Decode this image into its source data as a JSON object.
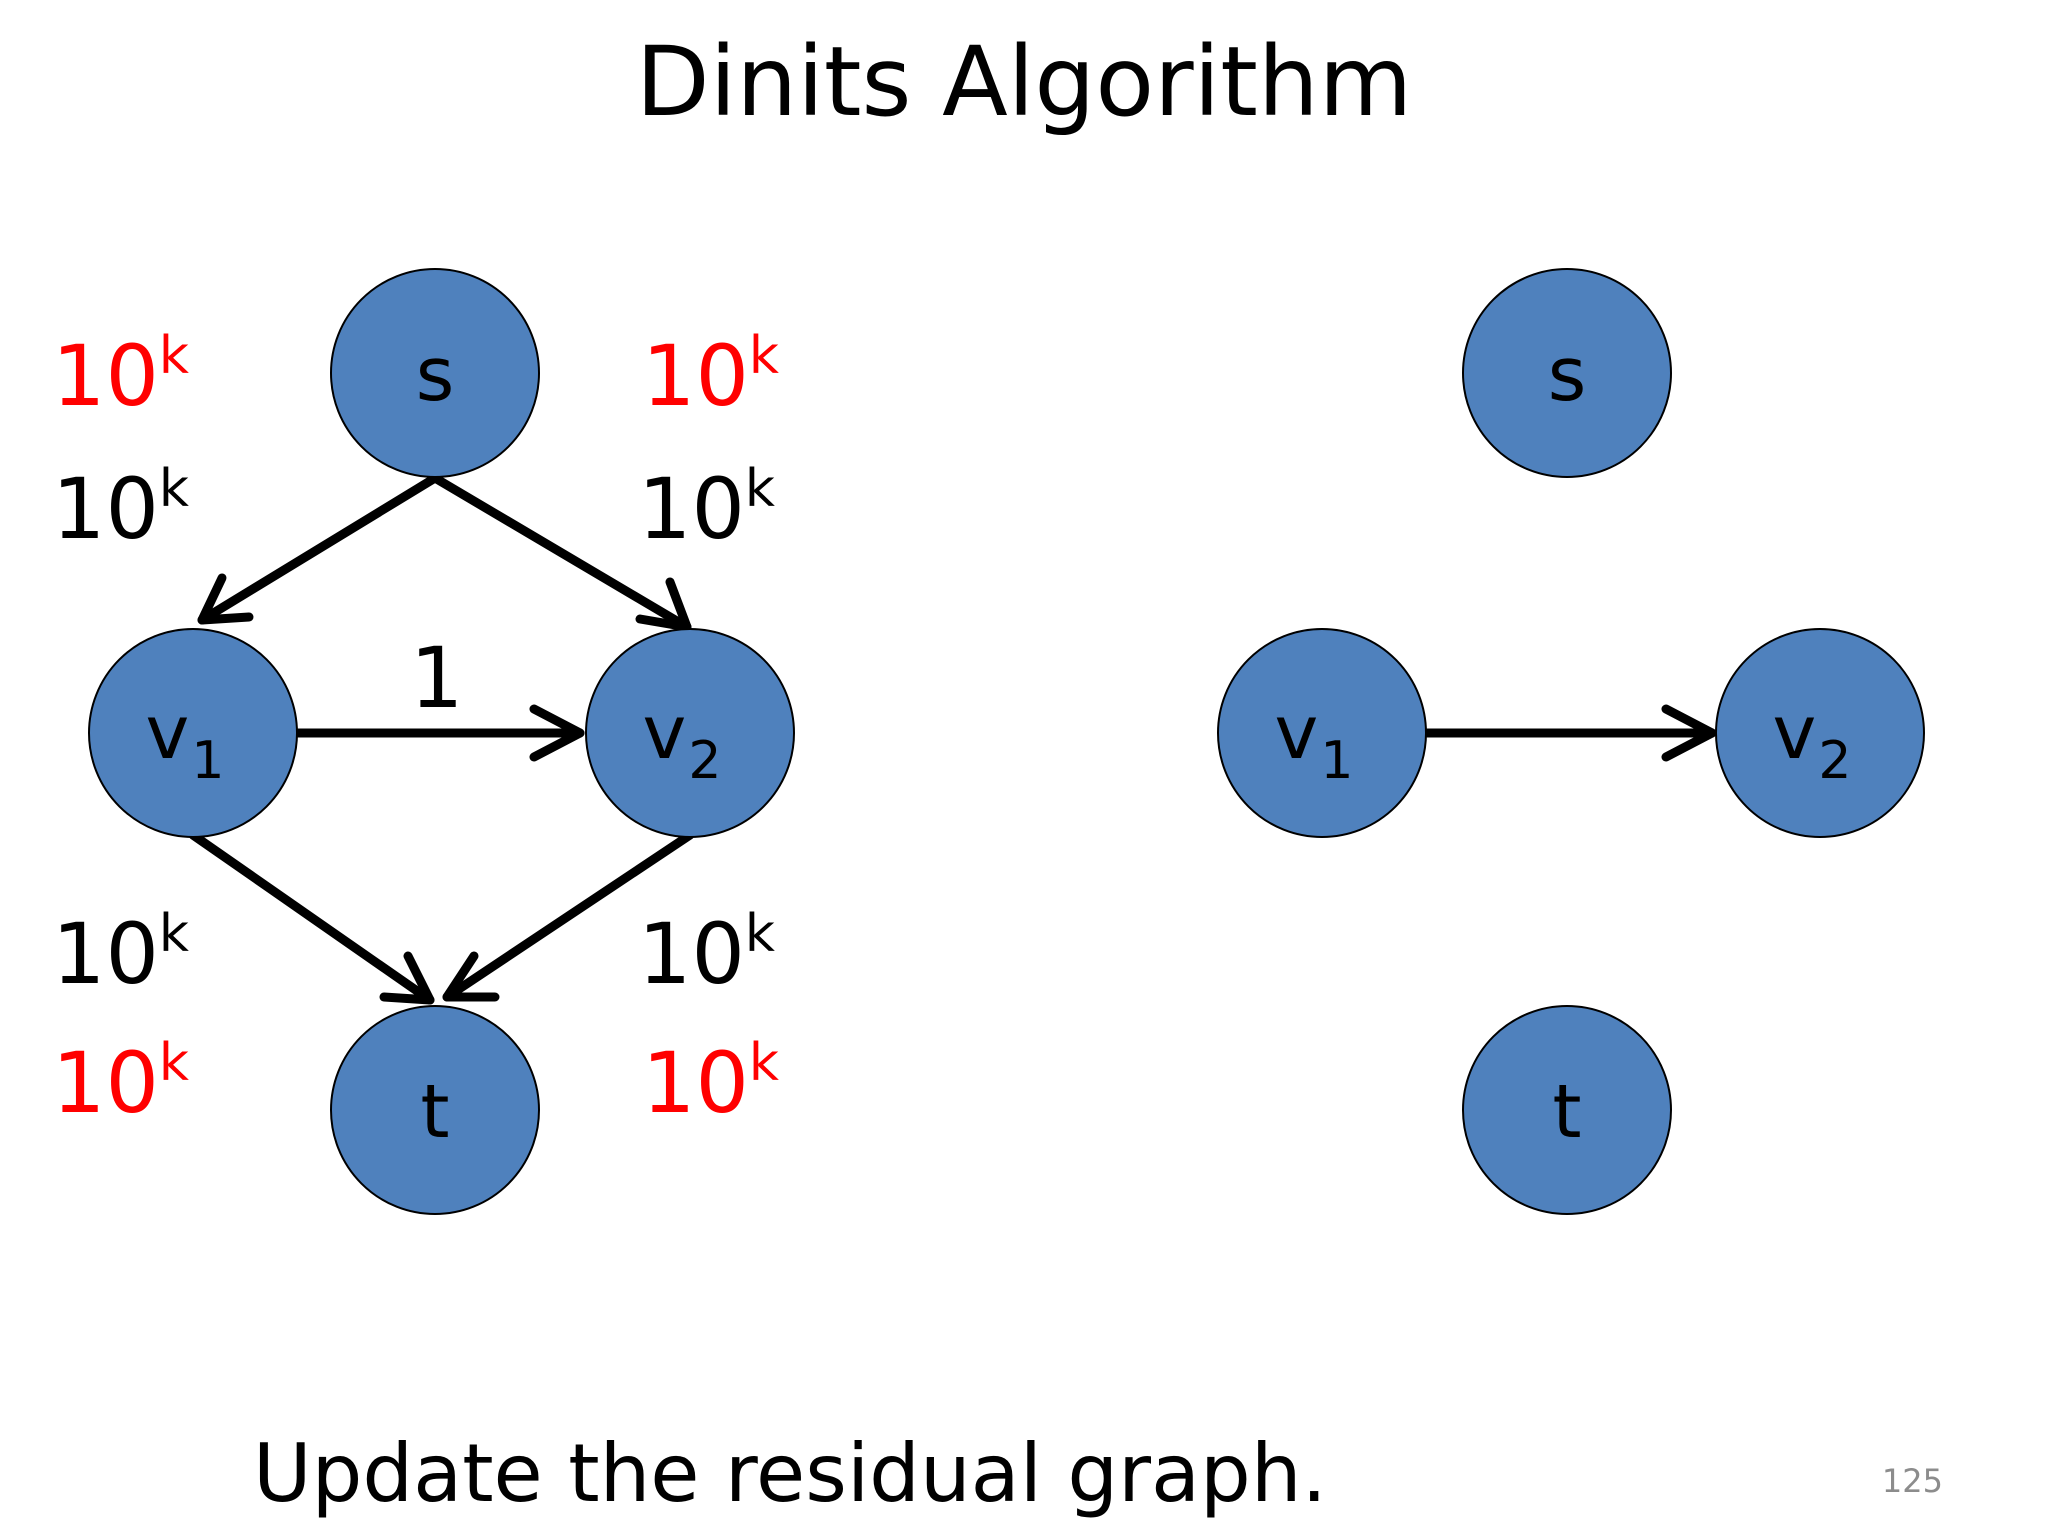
{
  "slide": {
    "title": "Dinits Algorithm",
    "caption": "Update the residual graph.",
    "page_number": "125"
  },
  "colors": {
    "node_fill": "#4f81bd",
    "flow_label": "#ff0000",
    "capacity_label": "#000000"
  },
  "left_graph": {
    "nodes": {
      "s": "s",
      "v1": "v",
      "v1_sub": "1",
      "v2": "v",
      "v2_sub": "2",
      "t": "t"
    },
    "edges": {
      "s_v1": {
        "capacity": "10",
        "capacity_exp": "k",
        "flow": "10",
        "flow_exp": "k"
      },
      "s_v2": {
        "capacity": "10",
        "capacity_exp": "k",
        "flow": "10",
        "flow_exp": "k"
      },
      "v1_v2": {
        "capacity": "1"
      },
      "v1_t": {
        "capacity": "10",
        "capacity_exp": "k",
        "flow": "10",
        "flow_exp": "k"
      },
      "v2_t": {
        "capacity": "10",
        "capacity_exp": "k",
        "flow": "10",
        "flow_exp": "k"
      }
    }
  },
  "right_graph": {
    "nodes": {
      "s": "s",
      "v1": "v",
      "v1_sub": "1",
      "v2": "v",
      "v2_sub": "2",
      "t": "t"
    }
  }
}
